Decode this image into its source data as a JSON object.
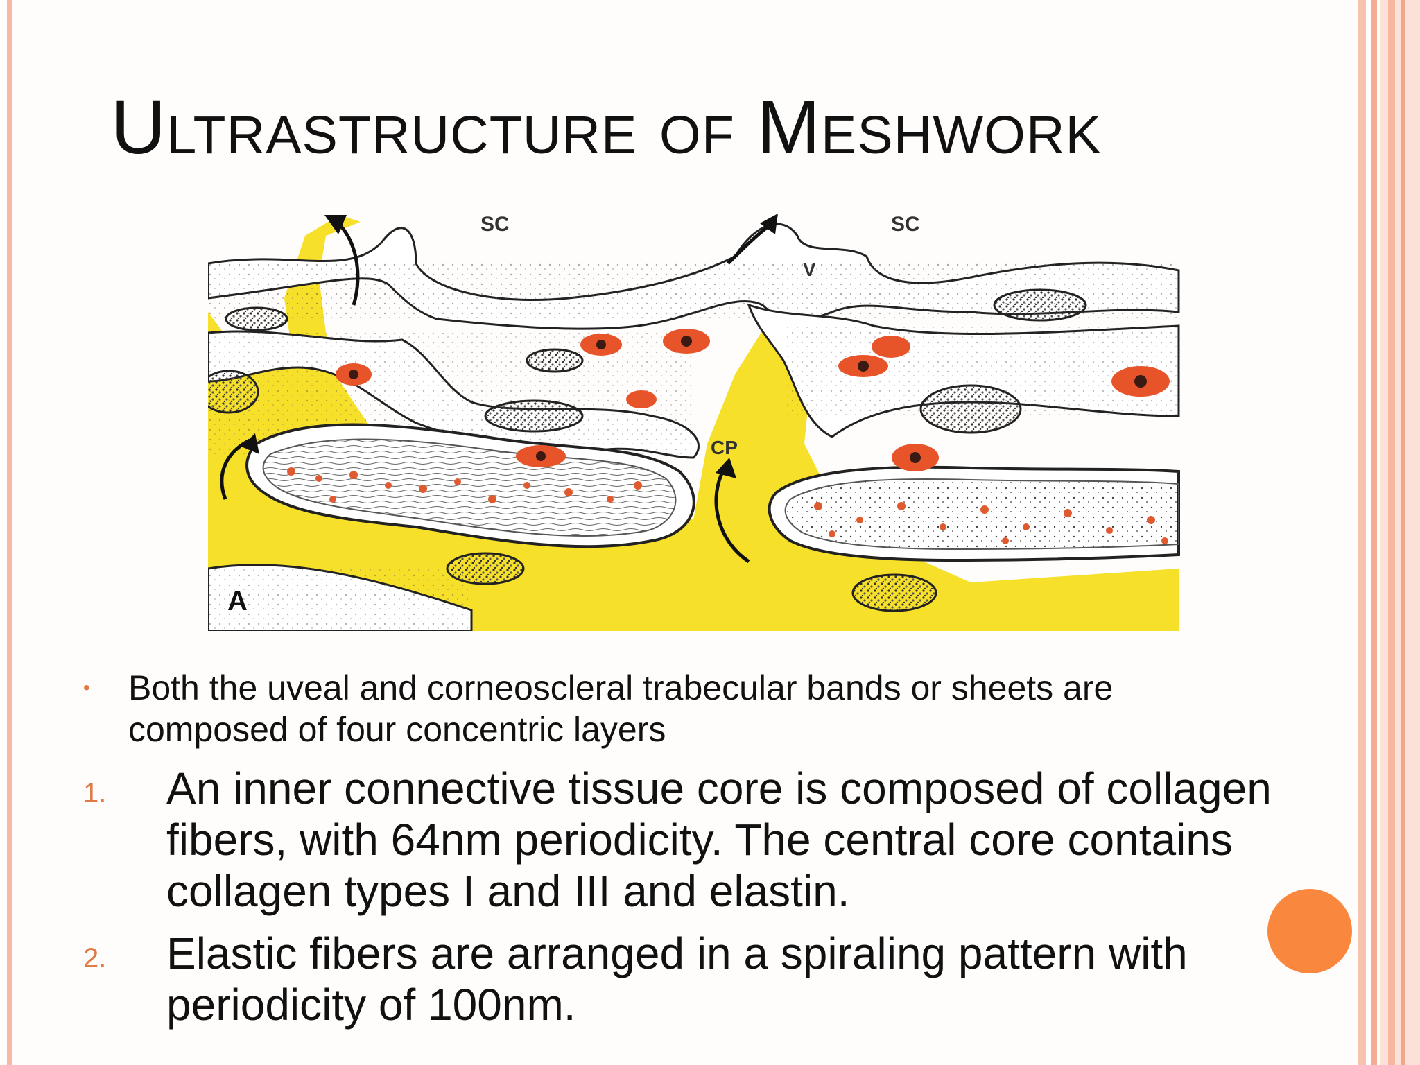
{
  "slide": {
    "title": "Ultrastructure of Meshwork"
  },
  "figure": {
    "labels": {
      "sc_left": "SC",
      "sc_right": "SC",
      "v": "V",
      "cp": "CP",
      "a": "A"
    },
    "colors": {
      "fluid": "#f7e02a",
      "nucleus": "#e8542a",
      "outline": "#222222"
    }
  },
  "content": {
    "intro_bullet": "Both the uveal and corneoscleral trabecular bands or sheets are composed of four concentric layers",
    "items": [
      {
        "number": "1.",
        "text": "An inner connective tissue core is composed of collagen fibers, with 64nm periodicity. The central core contains collagen types I and III and elastin."
      },
      {
        "number": "2.",
        "text": "Elastic fibers are arranged in a spiraling pattern with periodicity of 100nm."
      }
    ]
  },
  "theme": {
    "accent": "#f9883e",
    "border": "#f6b9a6",
    "number_color": "#e07a45"
  }
}
